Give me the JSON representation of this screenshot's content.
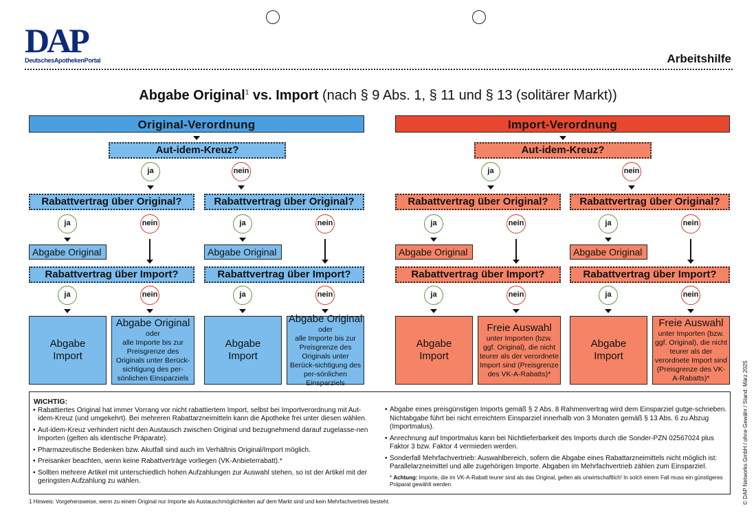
{
  "header": {
    "logo_text": "DAP",
    "logo_subtitle": "DeutschesApothekenPortal",
    "doc_type": "Arbeitshilfe",
    "title_bold": "Abgabe Original",
    "title_sup": "1",
    "title_bold2": " vs. Import",
    "title_rest": " (nach § 9 Abs. 1, § 11 und § 13 (solitärer Markt))"
  },
  "colors": {
    "blue_header": "#4a9fe0",
    "blue_light": "#7bbcec",
    "red_header": "#e8472f",
    "red_light": "#f58466",
    "yes": "#5a9a3a",
    "no": "#d23a2a"
  },
  "panels": [
    {
      "title": "Original-Verordnung",
      "question": "Aut-idem-Kreuz?",
      "yes": "ja",
      "no": "nein"
    },
    {
      "title": "Import-Verordnung",
      "question": "Aut-idem-Kreuz?",
      "yes": "ja",
      "no": "nein"
    }
  ],
  "branches": [
    {
      "q1": "Rabattvertrag über Original?",
      "yes": "ja",
      "no": "nein",
      "abgabe": "Abgabe Original",
      "q2": "Rabattvertrag über Import?",
      "yes2": "ja",
      "no2": "nein",
      "result_yes": "Abgabe Import",
      "result_no_title": "Abgabe Original",
      "result_no_text": "oder\nalle Importe bis zur Preisgrenze des Originals unter Berück-sichtigung des per-sönlichen Einsparziels"
    },
    {
      "q1": "Rabattvertrag über Original?",
      "yes": "ja",
      "no": "nein",
      "abgabe": "Abgabe Original",
      "q2": "Rabattvertrag über Import?",
      "yes2": "ja",
      "no2": "nein",
      "result_yes": "Abgabe Import",
      "result_no_title": "Abgabe Original",
      "result_no_text": "oder\nalle Importe bis zur Preisgrenze des Originals unter Berück-sichtigung des per-sönlichen Einsparziels"
    },
    {
      "q1": "Rabattvertrag über Original?",
      "yes": "ja",
      "no": "nein",
      "abgabe": "Abgabe Original",
      "q2": "Rabattvertrag über Import?",
      "yes2": "ja",
      "no2": "nein",
      "result_yes": "Abgabe Import",
      "result_no_title": "Freie Auswahl",
      "result_no_text": "unter Importen (bzw. ggf. Original), die nicht teurer als der verordnete Import sind (Preisgrenze des VK-A-Rabatts)*"
    },
    {
      "q1": "Rabattvertrag über Original?",
      "yes": "ja",
      "no": "nein",
      "abgabe": "Abgabe Original",
      "q2": "Rabattvertrag über Import?",
      "yes2": "ja",
      "no2": "nein",
      "result_yes": "Abgabe Import",
      "result_no_title": "Freie Auswahl",
      "result_no_text": "unter Importen (bzw. ggf. Original), die nicht teurer als der verordnete Import sind (Preisgrenze des VK-A-Rabatts)*"
    }
  ],
  "notes": {
    "title": "WICHTIG:",
    "left": [
      "Rabattiertes Original hat immer Vorrang vor nicht rabattiertem Import, selbst bei Importverordnung mit Aut-idem-Kreuz (und umgekehrt). Bei mehreren Rabattarzneimitteln kann die Apotheke frei unter diesen wählen.",
      "Aut-idem-Kreuz verhindert nicht den Austausch zwischen Original und bezugnehmend darauf zugelasse-nen Importen (gelten als identische Präparate).",
      "Pharmazeutische Bedenken bzw. Akutfall sind auch im Verhältnis Original/Import möglich.",
      "Preisanker beachten, wenn keine Rabattverträge vorliegen (VK-Anbieterrabatt).*",
      "Sollten mehrere Artikel mit unterschiedlich hohen Aufzahlungen zur Auswahl stehen, so ist der Artikel mit der geringsten Aufzahlung zu wählen."
    ],
    "right": [
      "Abgabe eines preisgünstigen Imports gemäß § 2 Abs. 8 Rahmenvertrag wird dem Einsparziel gutge-schrieben. Nichtabgabe führt bei nicht erreichtem Einsparziel innerhalb von 3 Monaten gemäß § 13 Abs. 6 zu Abzug (Importmalus).",
      "Anrechnung auf Importmalus kann bei Nichtlieferbarkeit des Imports durch die Sonder-PZN 02567024 plus Faktor 3 bzw. Faktor 4 vermieden werden.",
      "Sonderfall Mehrfachvertrieb: Auswahlbereich, sofern die Abgabe eines Rabattarzneimittels nicht möglich ist: Parallelarzneimittel und alle zugehörigen Importe. Abgaben im Mehrfachvertrieb zählen zum Einsparziel."
    ],
    "star_label": "Achtung:",
    "star_text": " Importe, die im VK-A-Rabatt teurer sind als das Original, gelten als unwirtschaftlich! In solch einem Fall muss ein günstigeres Präparat gewählt werden."
  },
  "footnote": "1 Hinweis: Vorgehensweise, wenn zu einem Original nur Importe als Austauschmöglichkeiten auf dem Markt sind und kein Mehrfachvertrieb besteht.",
  "copyright": "© DAP Networks GmbH / ohne Gewähr / Stand: März 2025"
}
